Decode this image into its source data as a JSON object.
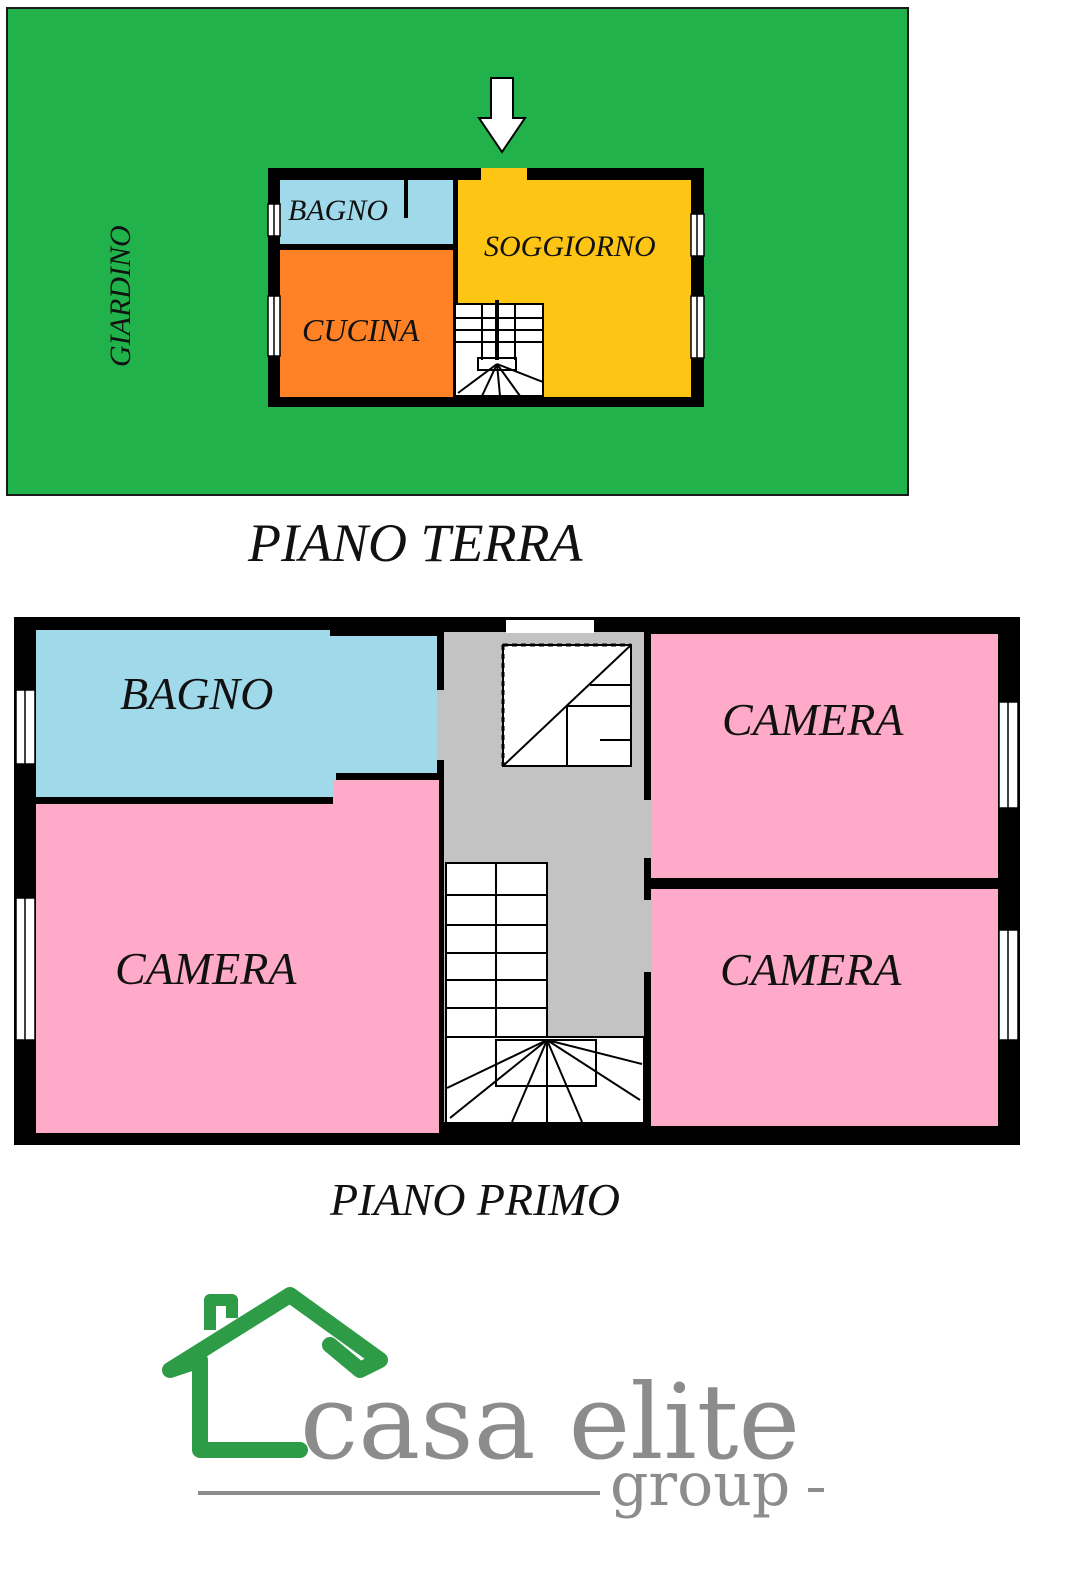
{
  "colors": {
    "garden": "#22b24c",
    "bath": "#9fd9ea",
    "kitchen": "#ff8125",
    "living": "#ffc515",
    "bedroom": "#ffaac8",
    "corridor": "#c3c3c3",
    "wall": "#000000",
    "logo_green": "#2e9b46",
    "logo_gray": "#8c8c8c"
  },
  "ground_floor": {
    "title": "PIANO TERRA",
    "garden_label": "GIARDINO",
    "rooms": {
      "bath": "BAGNO",
      "kitchen": "CUCINA",
      "living": "SOGGIORNO"
    },
    "entrance_icon": "arrow-down-icon"
  },
  "first_floor": {
    "title": "PIANO PRIMO",
    "rooms": {
      "bath": "BAGNO",
      "bedroom_left": "CAMERA",
      "bedroom_top_right": "CAMERA",
      "bedroom_bottom_right": "CAMERA"
    }
  },
  "logo": {
    "name": "casa elite",
    "tagline": "group"
  }
}
